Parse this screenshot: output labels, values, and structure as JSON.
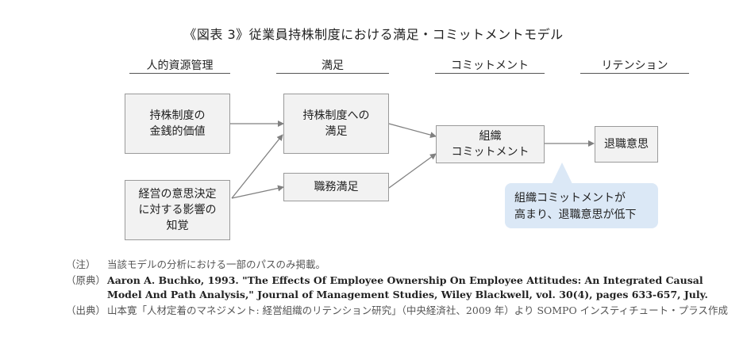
{
  "title": "《図表 3》従業員持株制度における満足・コミットメントモデル",
  "columns": [
    "人的資源管理",
    "満足",
    "コミットメント",
    "リテンション"
  ],
  "boxes": {
    "monetary": "持株制度の\n金銭的価値",
    "decision": "経営の意思決定\nに対する影響の\n知覚",
    "plan_satisfaction": "持株制度への\n満足",
    "job_satisfaction": "職務満足",
    "commitment": "組織\nコミットメント",
    "retention": "退職意思"
  },
  "callout": "組織コミットメントが\n高まり、退職意思が低下",
  "notes": [
    {
      "label": "（注）",
      "text": "当該モデルの分析における一部のパスのみ掲載。"
    },
    {
      "label": "（原典）",
      "text": "Aaron A. Buchko, 1993. \"The Effects Of Employee Ownership On Employee Attitudes: An Integrated Causal Model And Path Analysis,\" Journal of Management Studies, Wiley Blackwell, vol. 30(4), pages 633-657, July."
    },
    {
      "label": "（出典）",
      "text": "山本寛「人材定着のマネジメント: 経営組織のリテンション研究」（中央経済社、2009 年）より SOMPO インスティチュート・プラス作成"
    }
  ],
  "colors": {
    "box_fill": "#f2f2f2",
    "box_border": "#9a9a9a",
    "arrow": "#808080",
    "callout_fill": "#dbe8f6"
  }
}
